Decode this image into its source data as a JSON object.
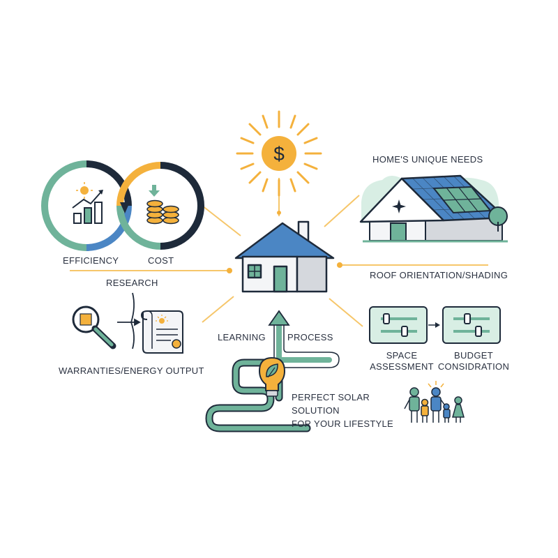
{
  "labels": {
    "efficiency": "EFFICIENCY",
    "cost": "COST",
    "research": "RESEARCH",
    "warranties": "WARRANTIES/ENERGY OUTPUT",
    "learning": "LEARNING",
    "process": "PROCESS",
    "perfect_solution": "PERFECT SOLAR\nSOLUTION\nFOR YOUR LIFESTYLE",
    "homes_needs": "HOME'S UNIQUE NEEDS",
    "roof": "ROOF ORIENTATION/SHADING",
    "space": "SPACE\nASSESSMENT",
    "budget": "BUDGET\nCONSIDRATION",
    "sun_symbol": "$"
  },
  "colors": {
    "navy": "#1e2a3a",
    "teal": "#6fb39a",
    "blue": "#4b86c4",
    "gold": "#f4b13c",
    "line": "#f6c66a",
    "wall": "#f4f5f7",
    "mint": "#d8eee4"
  }
}
